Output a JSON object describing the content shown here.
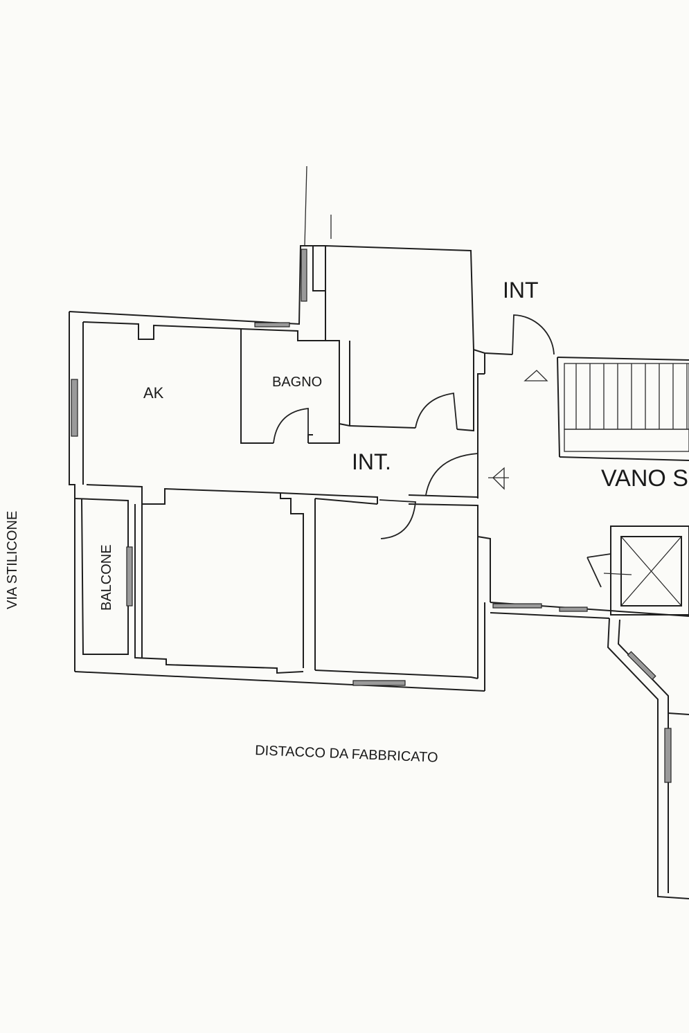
{
  "labels": {
    "int_top": "INT",
    "int_mid": "INT.",
    "bagno": "BAGNO",
    "ak": "AK",
    "vano": "VANO S",
    "balcone": "BALCONE",
    "via": "VIA STILICONE",
    "distacco": "DISTACCO DA FABBRICATO"
  }
}
